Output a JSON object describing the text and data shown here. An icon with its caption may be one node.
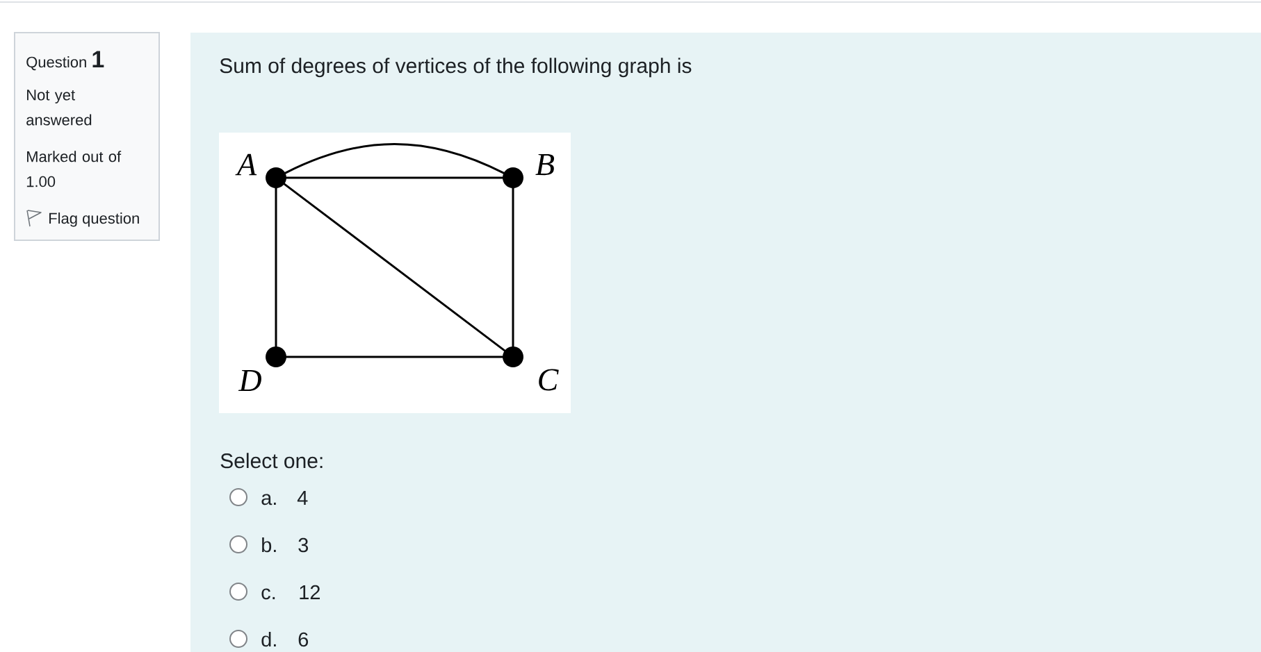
{
  "diagram": {
    "nodes": [
      {
        "text": [
          "Question **1**",
          "Not yet answered",
          "Marked out of 1.00",
          "Flag question"
        ]
      },
      {
        "text": [
          "Sum of degrees of vertices of the following graph is",
          "Select one:"
        ]
      },
      {
        "text": [],
        "shape": "box",
        "in": 1
      },
      {
        "text": [
          "A"
        ],
        "in": 2
      },
      {
        "text": [
          "B"
        ],
        "in": 2
      },
      {
        "text": [
          "D"
        ],
        "in": 2
      },
      {
        "text": [
          "C"
        ],
        "in": 2
      }
    ],
    "edges": [
      {
        "from": 3,
        "to": 4,
        "arrow": "none"
      },
      {
        "from": 3,
        "to": 4,
        "arrow": "none"
      },
      {
        "from": 3,
        "to": 5,
        "arrow": "none"
      },
      {
        "from": 3,
        "to": 6,
        "arrow": "none"
      },
      {
        "from": 4,
        "to": 6,
        "arrow": "none"
      },
      {
        "from": 5,
        "to": 6,
        "arrow": "none"
      }
    ],
    "labels": [
      "a.",
      "4",
      "b.",
      "3",
      "c.",
      "12",
      "d.",
      "6"
    ]
  }
}
